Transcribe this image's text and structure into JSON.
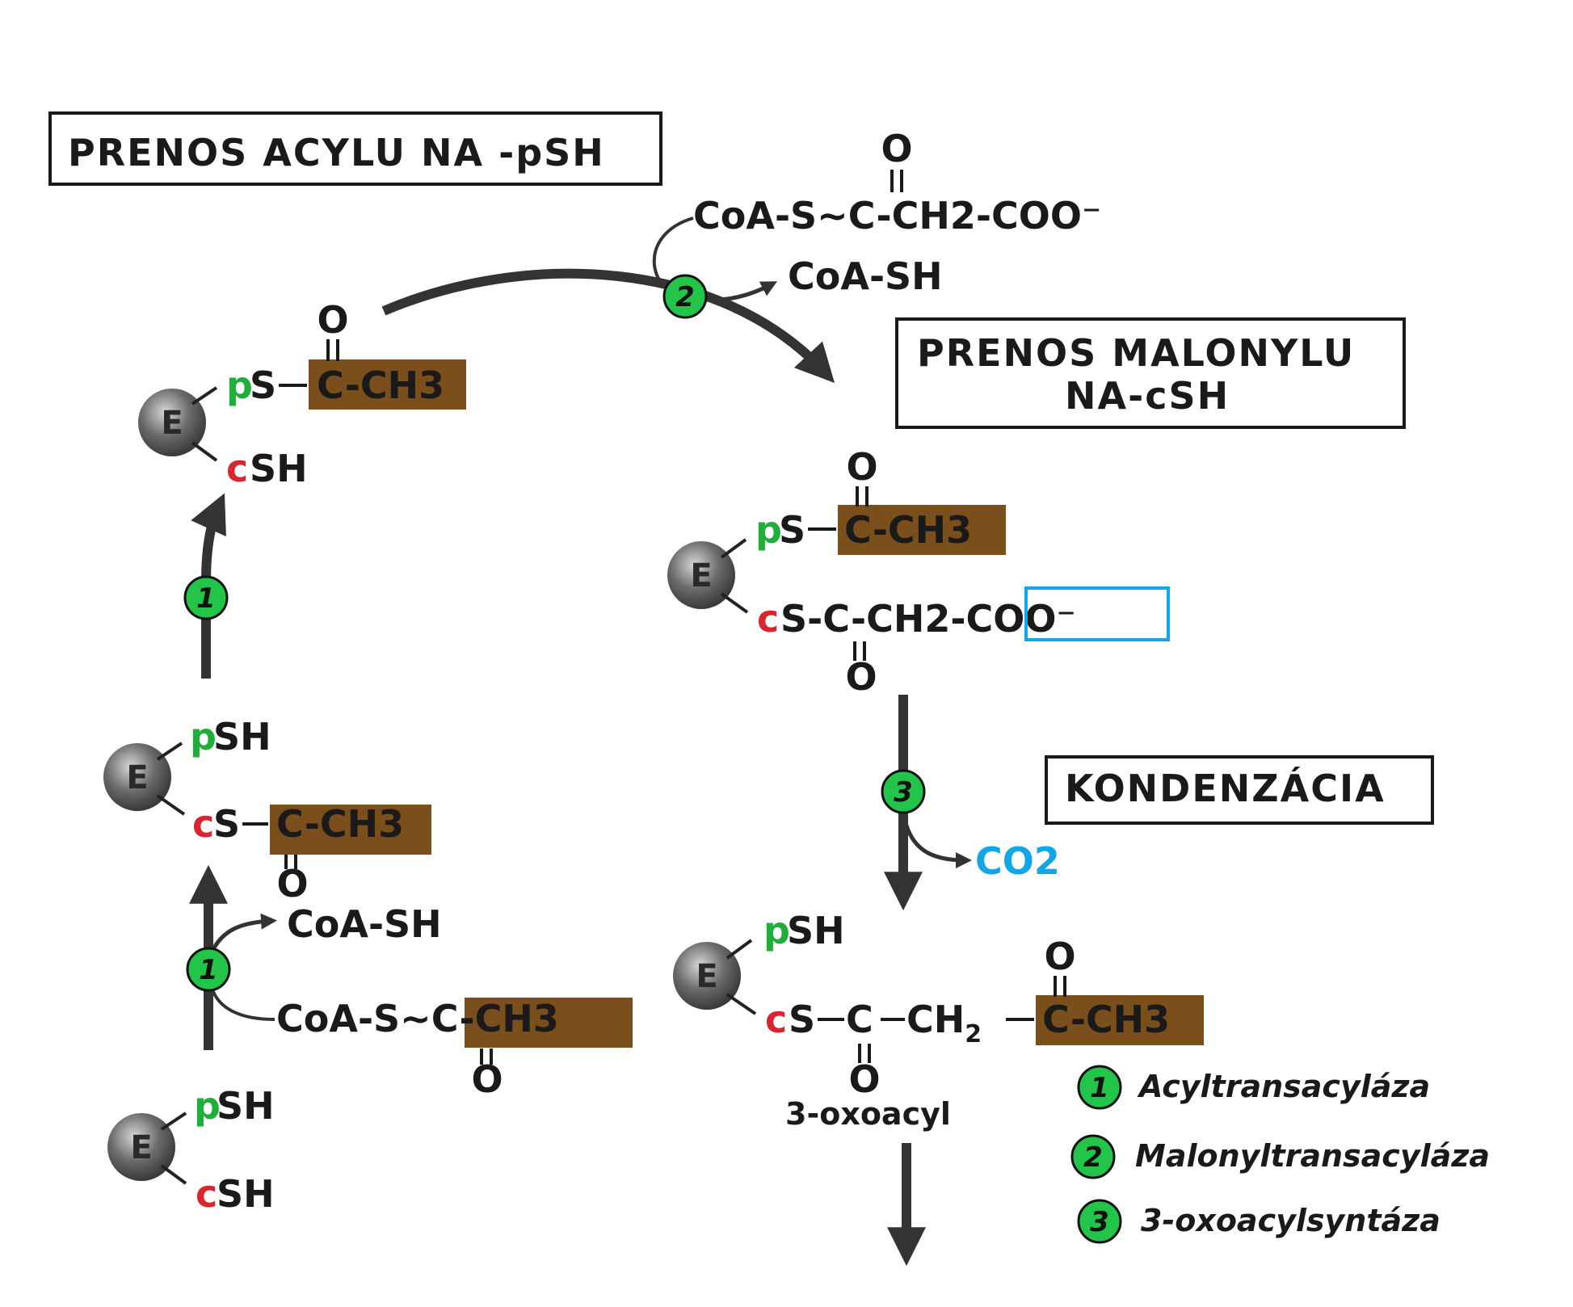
{
  "titles": {
    "acyl_transfer": "PRENOS ACYLU NA -pSH",
    "malonyl_transfer_line1": "PRENOS MALONYLU",
    "malonyl_transfer_line2": "NA-cSH",
    "condensation": "KONDENZÁCIA"
  },
  "enzyme_letter": "E",
  "groups": {
    "p_prefix": "p",
    "c_prefix": "c",
    "sh": "SH",
    "s": "S"
  },
  "molecules": {
    "malonyl_coa": "CoA-S~C-CH2-COO⁻",
    "coa_sh": "CoA-SH",
    "acetyl_coa": "CoA-S~C-CH3",
    "acetyl_group": "C-CH3",
    "malonyl_group": "S-C-CH2-COO⁻",
    "oxygen": "O",
    "co2": "CO2",
    "product_name": "3-oxoacyl"
  },
  "legend": [
    {
      "num": "1",
      "label": "Acyltransacyláza"
    },
    {
      "num": "2",
      "label": "Malonyltransacyláza"
    },
    {
      "num": "3",
      "label": "3-oxoacylsyntáza"
    }
  ],
  "colors": {
    "enzyme_circle": "#22c44a",
    "p_green": "#1fae3a",
    "c_red": "#d8262e",
    "co2_blue": "#13a6e6",
    "acetyl_highlight": "#7a4f1c",
    "arrow": "#333333"
  }
}
